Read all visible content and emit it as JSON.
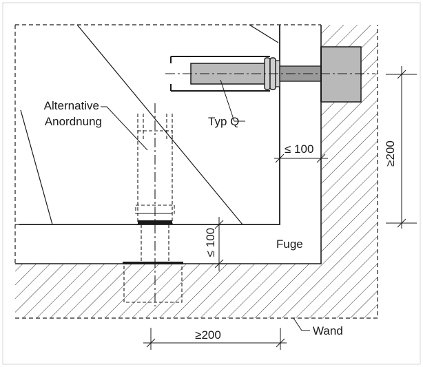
{
  "labels": {
    "alternative_line1": "Alternative",
    "alternative_line2": "Anordnung",
    "typ_q": "Typ Q",
    "dim_le100_top": "≤ 100",
    "dim_ge200_right": "≥200",
    "dim_le100_left": "≤ 100",
    "fuge": "Fuge",
    "dim_ge200_bottom": "≥200",
    "wand": "Wand"
  },
  "colors": {
    "line": "#1a1a1a",
    "hatch": "#333333",
    "part_fill": "#b9b9b9",
    "part_fill_dark": "#9a9a9a",
    "frame_border": "#d6d6d6"
  }
}
